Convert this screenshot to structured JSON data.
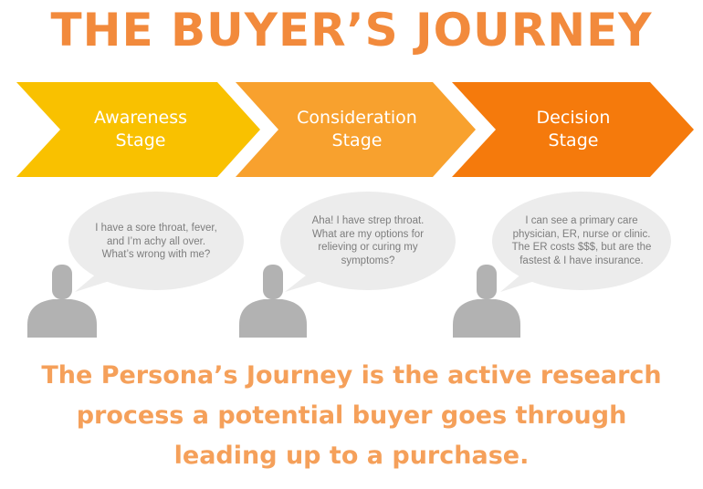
{
  "title": "THE BUYER’S JOURNEY",
  "stages": [
    {
      "label": "Awareness\nStage",
      "color": "#f9c100"
    },
    {
      "label": "Consideration\nStage",
      "color": "#f8a12e"
    },
    {
      "label": "Decision\nStage",
      "color": "#f57a0c"
    }
  ],
  "bubbles": [
    {
      "text": "I have a sore throat, fever,\nand I’m achy all over.\nWhat’s wrong with me?"
    },
    {
      "text": "Aha! I have strep throat.\nWhat are my options for\nrelieving or curing my\nsymptoms?"
    },
    {
      "text": "I can see a primary care\nphysician, ER, nurse or clinic.\nThe ER costs $$$, but are the\nfastest & I have insurance."
    }
  ],
  "footer": "The Persona’s Journey is the active research\nprocess a potential buyer goes through\nleading up to a purchase.",
  "colors": {
    "title": "#f28a3c",
    "footer": "#f5a05a",
    "bubble": "#ececec",
    "person": "#b2b2b2"
  }
}
